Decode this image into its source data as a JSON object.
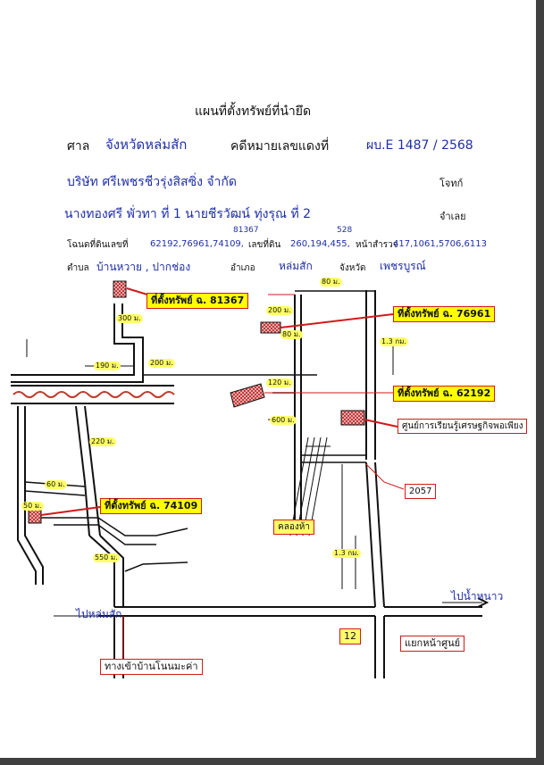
{
  "header": {
    "title": "แผนที่ตั้งทรัพย์ที่นำยึด",
    "court_label": "ศาล",
    "court_value": "จังหวัดหล่มสัก",
    "case_label": "คดีหมายเลขแดงที่",
    "case_value": "ผบ.E 1487 / 2568",
    "plaintiff_value": "บริษัท ศรีเพชรชีวรุ่งสิสซิ่ง จำกัด",
    "plaintiff_label": "โจทก์",
    "defendant_value": "นางทองศรี พั่วทา ที่ 1 นายชีรวัฒน์ ทุ่งรุณ ที่ 2",
    "defendant_label": "จำเลย",
    "title_deed_label": "โฉนดที่ดินเลขที่",
    "title_deed_value": "62192,76961,74109,",
    "land_no_label": "เลขที่ดิน",
    "land_no_value": "260,194,455,",
    "survey_label": "หน้าสำรวจ",
    "survey_value": "417,1061,5706,6113",
    "extra_deed": "81367",
    "extra_land": "528",
    "subdistrict_label": "ตำบล",
    "subdistrict_value": "บ้านหวาย , ปากช่อง",
    "district_label": "อำเภอ",
    "district_value": "หล่มสัก",
    "province_label": "จังหวัด",
    "province_value": "เพชรบูรณ์"
  },
  "map": {
    "property_labels": [
      "ที่ตั้งทรัพย์ ฉ. 81367",
      "ที่ตั้งทรัพย์ ฉ. 76961",
      "ที่ตั้งทรัพย์ ฉ. 62192",
      "ที่ตั้งทรัพย์ ฉ. 74109"
    ],
    "place_labels": {
      "community_center": "ศูนย์การเรียนรู้เศรษฐกิจพอเพียง",
      "canal": "คลองห้า",
      "village_road": "ทางเข้าบ้านโนนมะค่า",
      "intersection": "แยกหน้าศูนย์",
      "to_lomsak": "ไปหล่มสัก",
      "to_nam_nao": "ไปน้ำหนาว",
      "highway_12": "12",
      "highway_2057": "2057"
    },
    "distances": {
      "d80": "80 ม.",
      "d300": "300 ม.",
      "d190": "190 ม.",
      "d200a": "200 ม.",
      "d200b": "200 ม.",
      "d80b": "80 ม.",
      "d13a": "1.3 กม.",
      "d120": "120 ม.",
      "d600": "600 ม.",
      "d220": "220 ม.",
      "d60": "60 ม.",
      "d50": "50 ม.",
      "d550": "550 ม.",
      "d13b": "1.3 กม."
    }
  },
  "colors": {
    "highlight": "#ffff00",
    "label_border": "#d21a1a",
    "leader_line": "#d21a1a",
    "parcel_fill": "#e06060",
    "river": "#c0392b",
    "ink": "#111111",
    "blue_ink": "#1f2fa8"
  }
}
